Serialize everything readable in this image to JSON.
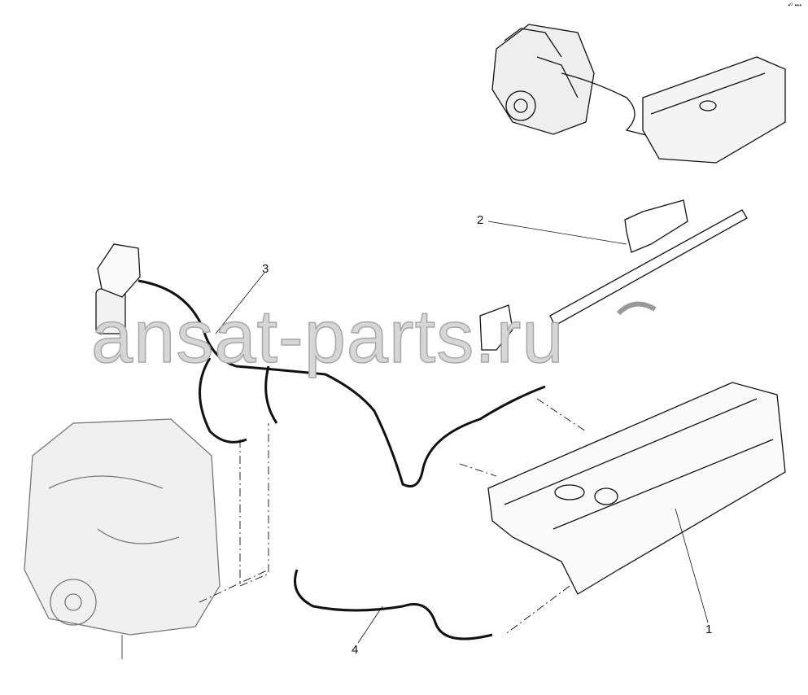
{
  "watermark": "ansat-parts.ru",
  "corner_mark": "•⁰ •••",
  "callouts": [
    {
      "label": "1"
    },
    {
      "label": "2"
    },
    {
      "label": "3"
    },
    {
      "label": "4"
    }
  ],
  "colors": {
    "line": "#111111",
    "watermark": "#bdbdbd"
  }
}
